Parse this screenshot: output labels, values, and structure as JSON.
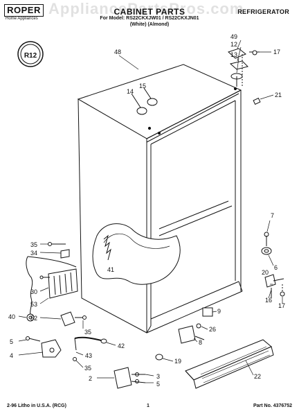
{
  "header": {
    "brand": "ROPER",
    "brand_sub": "Home Appliances",
    "title": "CABINET PARTS",
    "category": "REFRIGERATOR",
    "model_line": "For Model: RS22CKXJW01 / RS22CKXJN01",
    "colors_line": "(White)       (Almond)",
    "badge": "R12",
    "watermark": "AppliancePartsPros.com"
  },
  "footer": {
    "left": "2-96 Litho in U.S.A. (RCG)",
    "center": "1",
    "right": "Part No. 4376752"
  },
  "callouts": [
    "48",
    "49",
    "12",
    "13",
    "17",
    "14",
    "15",
    "21",
    "7",
    "6",
    "35",
    "34",
    "41",
    "30",
    "20",
    "53",
    "16",
    "17",
    "9",
    "26",
    "8",
    "40",
    "52",
    "35",
    "5",
    "4",
    "42",
    "43",
    "35",
    "2",
    "3",
    "5",
    "19",
    "22"
  ],
  "colors": {
    "line": "#111111",
    "background": "#ffffff"
  }
}
